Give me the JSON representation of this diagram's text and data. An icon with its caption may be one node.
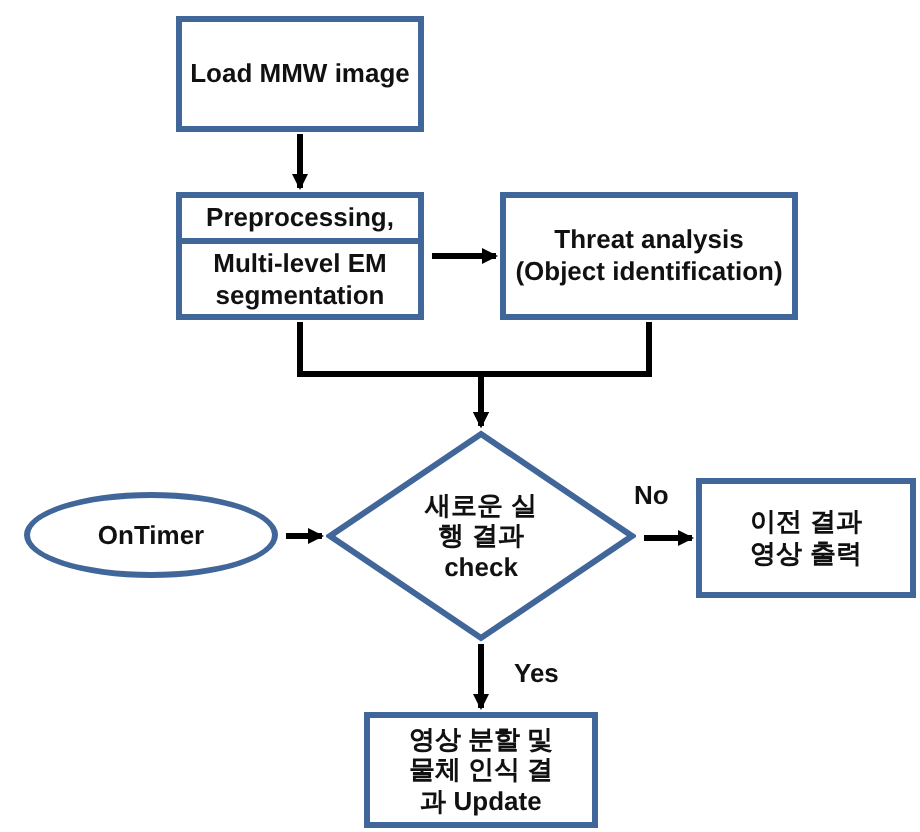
{
  "diagram": {
    "nodes": [
      {
        "text": [
          "Load MMW image"
        ]
      },
      {
        "text": [
          "Preprocessing,",
          "Multi-level EM segmentation"
        ]
      },
      {
        "text": [
          "Threat analysis (Object identification)"
        ]
      },
      {
        "text": [
          "OnTimer"
        ]
      },
      {
        "text": [
          "새로운 실행 결과 check"
        ]
      },
      {
        "text": [
          "이전 결과 영상 출력"
        ]
      },
      {
        "text": [
          "영상 분할 및 물체 인식 결과 Update"
        ]
      }
    ],
    "edges": [
      {
        "from": 0,
        "to": 1,
        "arrow": "to"
      },
      {
        "from": 1,
        "to": 2,
        "arrow": "to"
      },
      {
        "from": 1,
        "to": 4,
        "arrow": "to"
      },
      {
        "from": 2,
        "to": 4,
        "arrow": "to"
      },
      {
        "from": 3,
        "to": 4,
        "arrow": "to"
      },
      {
        "from": 4,
        "to": 5,
        "arrow": "to",
        "label": "No"
      },
      {
        "from": 4,
        "to": 6,
        "arrow": "to",
        "label": "Yes"
      }
    ]
  }
}
